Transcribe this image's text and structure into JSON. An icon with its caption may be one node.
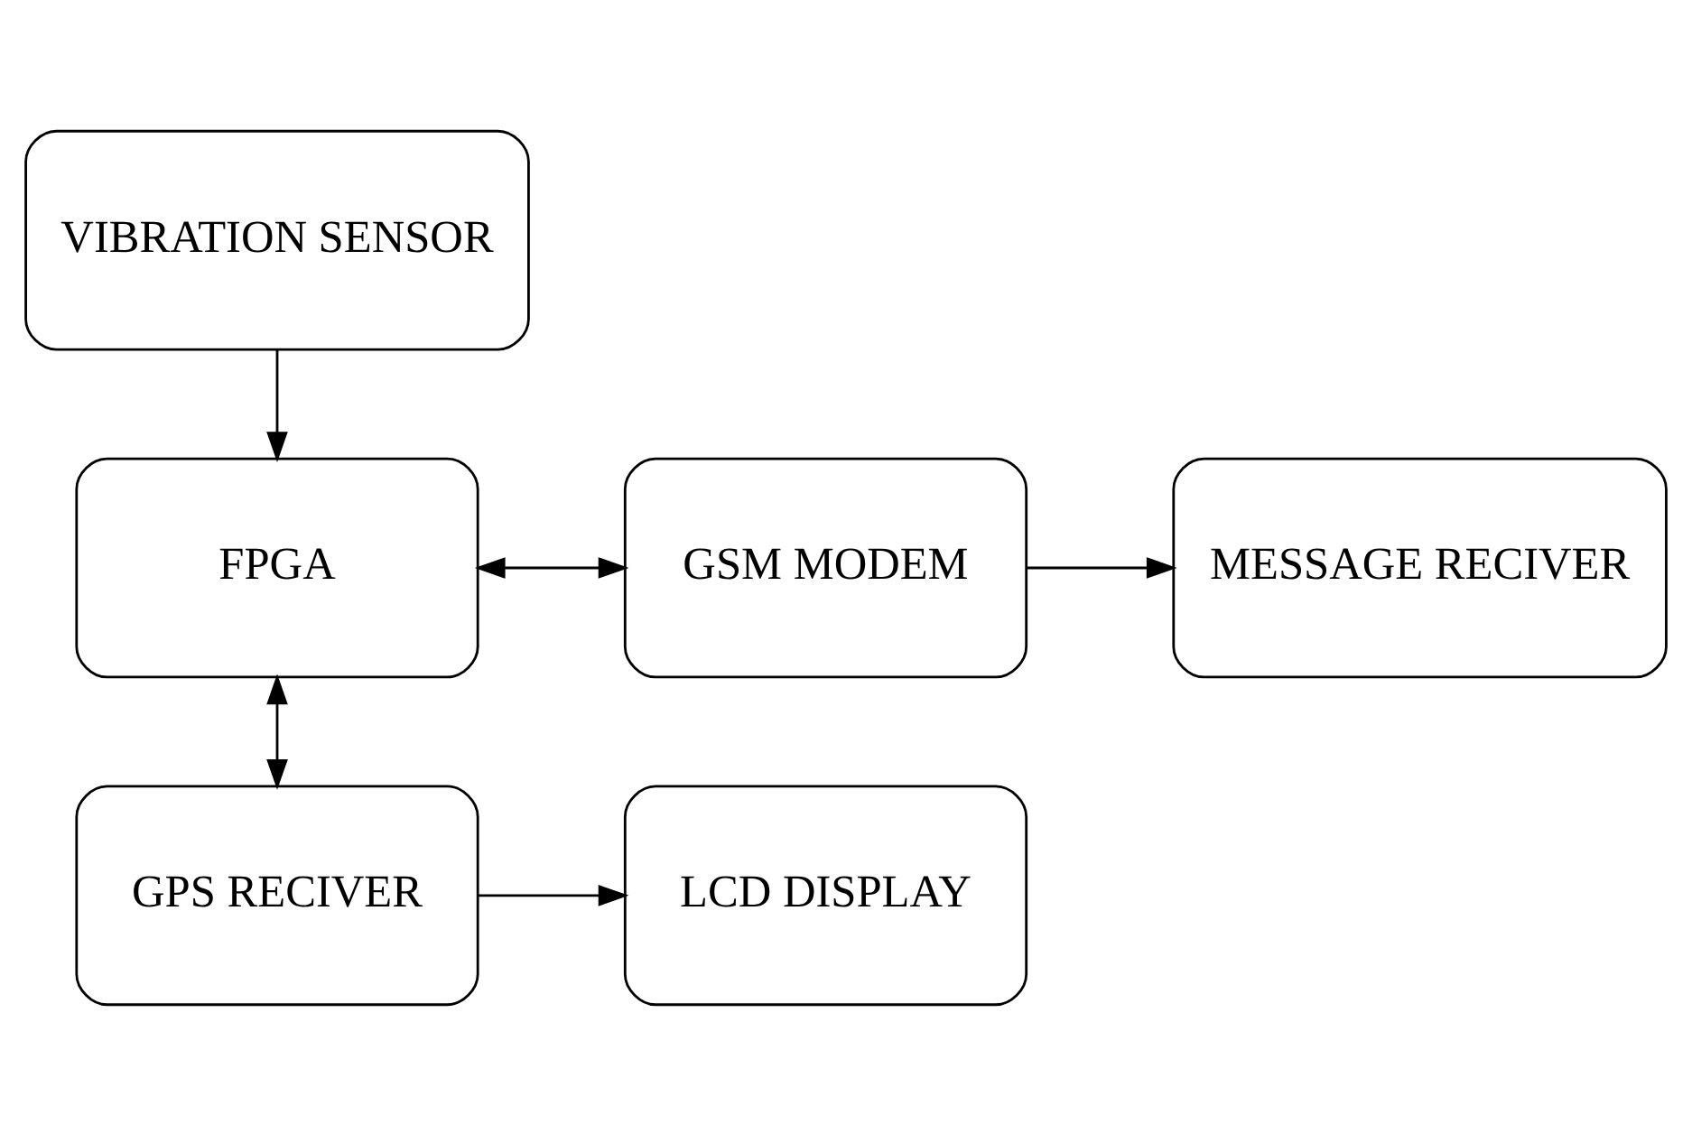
{
  "diagram": {
    "nodes": [
      {
        "text": [
          "VIBRATION SENSOR"
        ]
      },
      {
        "text": [
          "FPGA"
        ]
      },
      {
        "text": [
          "GSM MODEM"
        ]
      },
      {
        "text": [
          "MESSAGE RECIVER"
        ]
      },
      {
        "text": [
          "GPS RECIVER"
        ]
      },
      {
        "text": [
          "LCD DISPLAY"
        ]
      }
    ],
    "edges": [
      {
        "from": 0,
        "to": 1,
        "arrow": "to"
      },
      {
        "from": 1,
        "to": 2,
        "arrow": "both"
      },
      {
        "from": 2,
        "to": 3,
        "arrow": "to"
      },
      {
        "from": 1,
        "to": 4,
        "arrow": "both"
      },
      {
        "from": 4,
        "to": 5,
        "arrow": "to"
      }
    ]
  }
}
